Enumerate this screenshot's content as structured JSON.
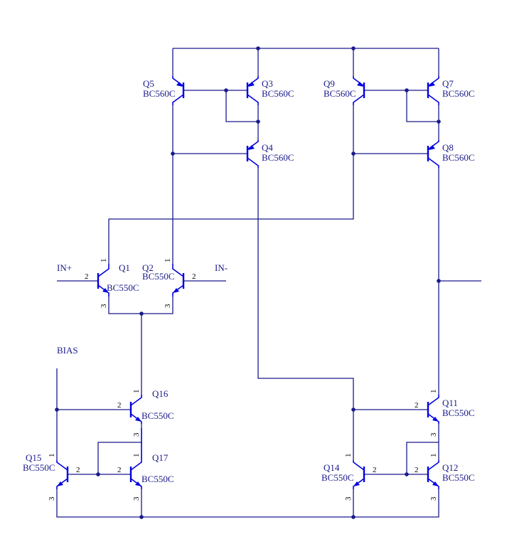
{
  "port_labels": {
    "in_plus": "IN+",
    "in_minus": "IN-",
    "bias": "BIAS"
  },
  "transistors": [
    {
      "ref": "Q1",
      "part": "BC550C",
      "type": "NPN"
    },
    {
      "ref": "Q2",
      "part": "BC550C",
      "type": "NPN"
    },
    {
      "ref": "Q3",
      "part": "BC560C",
      "type": "PNP"
    },
    {
      "ref": "Q4",
      "part": "BC560C",
      "type": "PNP"
    },
    {
      "ref": "Q5",
      "part": "BC560C",
      "type": "PNP"
    },
    {
      "ref": "Q7",
      "part": "BC560C",
      "type": "PNP"
    },
    {
      "ref": "Q8",
      "part": "BC560C",
      "type": "PNP"
    },
    {
      "ref": "Q9",
      "part": "BC560C",
      "type": "PNP"
    },
    {
      "ref": "Q11",
      "part": "BC550C",
      "type": "NPN"
    },
    {
      "ref": "Q12",
      "part": "BC550C",
      "type": "NPN"
    },
    {
      "ref": "Q14",
      "part": "BC550C",
      "type": "NPN"
    },
    {
      "ref": "Q15",
      "part": "BC550C",
      "type": "NPN"
    },
    {
      "ref": "Q16",
      "part": "BC550C",
      "type": "NPN"
    },
    {
      "ref": "Q17",
      "part": "BC550C",
      "type": "NPN"
    }
  ],
  "pin_numbers": {
    "collector": "1",
    "base": "2",
    "emitter": "3"
  },
  "colors": {
    "wire": "#1a1a8c",
    "symbol": "#0000e0",
    "pin_text": "#000000"
  }
}
